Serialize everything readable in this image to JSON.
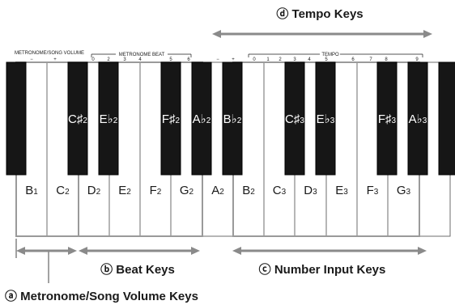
{
  "callouts": {
    "tempo_keys": "ⓓ Tempo Keys",
    "beat_keys": "ⓑ Beat Keys",
    "number_input_keys": "ⓒ Number Input Keys",
    "metronome_volume_keys": "ⓐ Metronome/Song Volume Keys"
  },
  "panel_labels": {
    "metronome_song_volume": "METRONOME/SONG VOLUME",
    "metronome_beat": "METRONOME BEAT",
    "tempo": "TEMPO",
    "volume_signs": [
      "−",
      "+"
    ],
    "beat_digits": [
      "0",
      "2",
      "3",
      "4",
      "5",
      "6"
    ],
    "tempo_signs": [
      "−",
      "+"
    ],
    "tempo_digits": [
      "0",
      "1",
      "2",
      "3",
      "4",
      "5",
      "6",
      "7",
      "8",
      "9"
    ]
  },
  "white_key_notes": [
    {
      "name": "B",
      "octave": "1"
    },
    {
      "name": "C",
      "octave": "2"
    },
    {
      "name": "D",
      "octave": "2"
    },
    {
      "name": "E",
      "octave": "2"
    },
    {
      "name": "F",
      "octave": "2"
    },
    {
      "name": "G",
      "octave": "2"
    },
    {
      "name": "A",
      "octave": "2"
    },
    {
      "name": "B",
      "octave": "2"
    },
    {
      "name": "C",
      "octave": "3"
    },
    {
      "name": "D",
      "octave": "3"
    },
    {
      "name": "E",
      "octave": "3"
    },
    {
      "name": "F",
      "octave": "3"
    },
    {
      "name": "G",
      "octave": "3"
    }
  ],
  "black_key_notes": [
    {
      "name": "C♯",
      "octave": "2"
    },
    {
      "name": "E♭",
      "octave": "2"
    },
    {
      "name": "F♯",
      "octave": "2"
    },
    {
      "name": "A♭",
      "octave": "2"
    },
    {
      "name": "B♭",
      "octave": "2"
    },
    {
      "name": "C♯",
      "octave": "3"
    },
    {
      "name": "E♭",
      "octave": "3"
    },
    {
      "name": "F♯",
      "octave": "3"
    },
    {
      "name": "A♭",
      "octave": "3"
    }
  ],
  "colors": {
    "black_key": "#161616",
    "white_key": "#ffffff",
    "key_outline": "#6e6e6e",
    "highlight": "#9a9a9a",
    "dimension_line": "#8a8a8a"
  }
}
